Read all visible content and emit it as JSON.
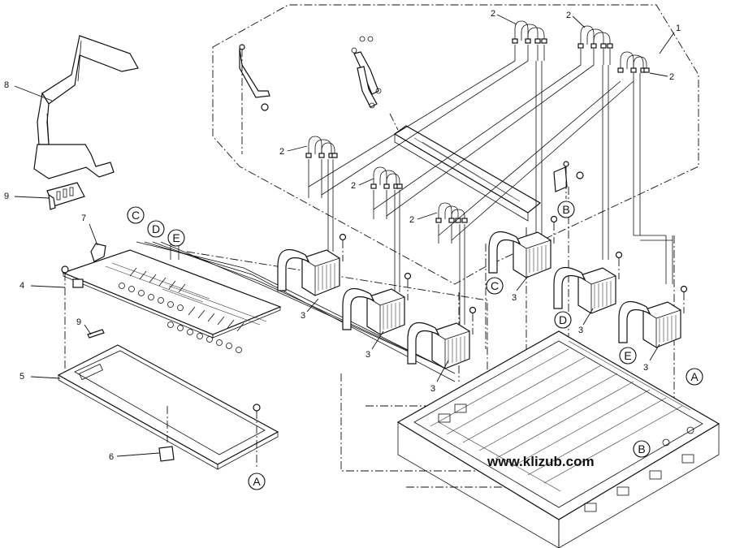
{
  "callouts": {
    "c1": "1",
    "c2": "2",
    "c3": "3",
    "c4": "4",
    "c5": "5",
    "c6": "6",
    "c7": "7",
    "c8": "8",
    "c9": "9"
  },
  "refs": {
    "A": "A",
    "B": "B",
    "C": "C",
    "D": "D",
    "E": "E"
  },
  "watermark": "www.klizub.com"
}
